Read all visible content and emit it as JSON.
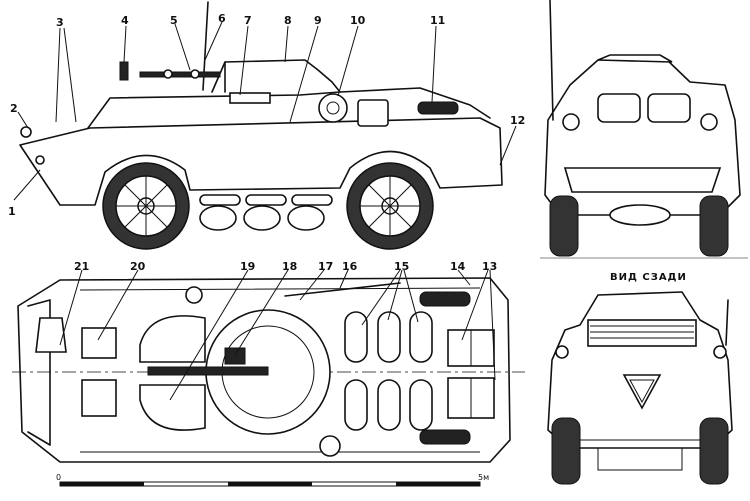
{
  "side_view": {
    "callouts": [
      {
        "id": "c1",
        "text": "1"
      },
      {
        "id": "c2",
        "text": "2"
      },
      {
        "id": "c3",
        "text": "3"
      },
      {
        "id": "c4",
        "text": "4"
      },
      {
        "id": "c5",
        "text": "5"
      },
      {
        "id": "c6",
        "text": "6"
      },
      {
        "id": "c7",
        "text": "7"
      },
      {
        "id": "c8",
        "text": "8"
      },
      {
        "id": "c9",
        "text": "9"
      },
      {
        "id": "c10",
        "text": "10"
      },
      {
        "id": "c11",
        "text": "11"
      },
      {
        "id": "c12",
        "text": "12"
      }
    ]
  },
  "top_view": {
    "callouts": [
      {
        "id": "c13",
        "text": "13"
      },
      {
        "id": "c14",
        "text": "14"
      },
      {
        "id": "c15",
        "text": "15"
      },
      {
        "id": "c16",
        "text": "16"
      },
      {
        "id": "c17",
        "text": "17"
      },
      {
        "id": "c18",
        "text": "18"
      },
      {
        "id": "c19",
        "text": "19"
      },
      {
        "id": "c20",
        "text": "20"
      },
      {
        "id": "c21",
        "text": "21"
      }
    ]
  },
  "rear_view": {
    "title": "ВИД СЗАДИ"
  },
  "scale": {
    "start": "0",
    "end": "5м"
  }
}
